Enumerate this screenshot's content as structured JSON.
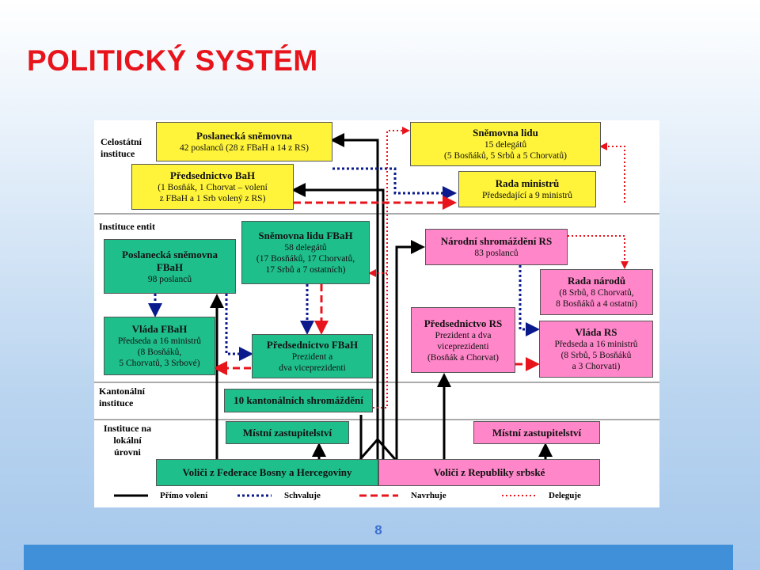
{
  "title": "POLITICKÝ SYSTÉM",
  "page_number": "8",
  "sections": {
    "state": "Celostátní instituce",
    "entity": "Instituce entit",
    "canton": "Kantonální instituce",
    "local": "Instituce na lokální úrovni"
  },
  "boxes": {
    "house_reps": {
      "title": "Poslanecká sněmovna",
      "body": "42 poslanců (28 z FBaH a 14 z RS)"
    },
    "presidency_bah": {
      "title": "Předsednictvo BaH",
      "line1": "(1 Bosňák, 1 Chorvat – volení",
      "line2": "z FBaH a 1 Srb volený z RS)"
    },
    "house_peoples": {
      "title": "Sněmovna lidu",
      "line1": "15 delegátů",
      "line2": "(5 Bosňáků, 5 Srbů a 5 Chorvatů)"
    },
    "council_ministers": {
      "title": "Rada ministrů",
      "body": "Předsedající a 9 ministrů"
    },
    "house_reps_fbah": {
      "title1": "Poslanecká sněmovna",
      "title2": "FBaH",
      "body": "98 poslanců"
    },
    "house_peoples_fbah": {
      "title": "Sněmovna lidu FBaH",
      "line1": "58 delegátů",
      "line2": "(17 Bosňáků, 17 Chorvatů,",
      "line3": "17 Srbů a 7 ostatních)"
    },
    "national_assembly_rs": {
      "title": "Národní shromáždění RS",
      "body": "83 poslanců"
    },
    "council_peoples": {
      "title": "Rada národů",
      "line1": "(8 Srbů, 8 Chorvatů,",
      "line2": "8 Bosňáků a 4 ostatní)"
    },
    "govt_fbah": {
      "title": "Vláda FBaH",
      "line1": "Předseda a 16 ministrů",
      "line2": "(8 Bosňáků,",
      "line3": "5 Chorvatů, 3 Srbové)"
    },
    "presidency_fbah": {
      "title": "Předsednictvo FBaH",
      "line1": "Prezident a",
      "line2": "dva viceprezidenti"
    },
    "presidency_rs": {
      "title": "Předsednictvo RS",
      "line1": "Prezident a dva",
      "line2": "viceprezidenti",
      "line3": "(Bosňák a Chorvat)"
    },
    "govt_rs": {
      "title": "Vláda RS",
      "line1": "Předseda a 16 ministrů",
      "line2": "(8 Srbů, 5 Bosňáků",
      "line3": "a 3 Chorvati)"
    },
    "cantonal_assemblies": {
      "title": "10 kantonálních shromáždění"
    },
    "local_fbah": {
      "title": "Místní zastupitelství"
    },
    "local_rs": {
      "title": "Místní zastupitelství"
    },
    "voters_fbah": {
      "title": "Voliči z Federace Bosny a Hercegoviny"
    },
    "voters_rs": {
      "title": "Voliči z Republiky srbské"
    }
  },
  "legend": {
    "direct": "Přímo volení",
    "approves": "Schvaluje",
    "proposes": "Navrhuje",
    "delegates": "Deleguje"
  },
  "colors": {
    "yellow_box": "#fff43a",
    "green_box": "#1fbf8c",
    "pink_box": "#ff86c9",
    "title_red": "#e8141c",
    "line_black": "#000000",
    "line_blue": "#0a1a8c",
    "line_red": "#e8141c",
    "line_dotted_red": "#e8141c"
  }
}
